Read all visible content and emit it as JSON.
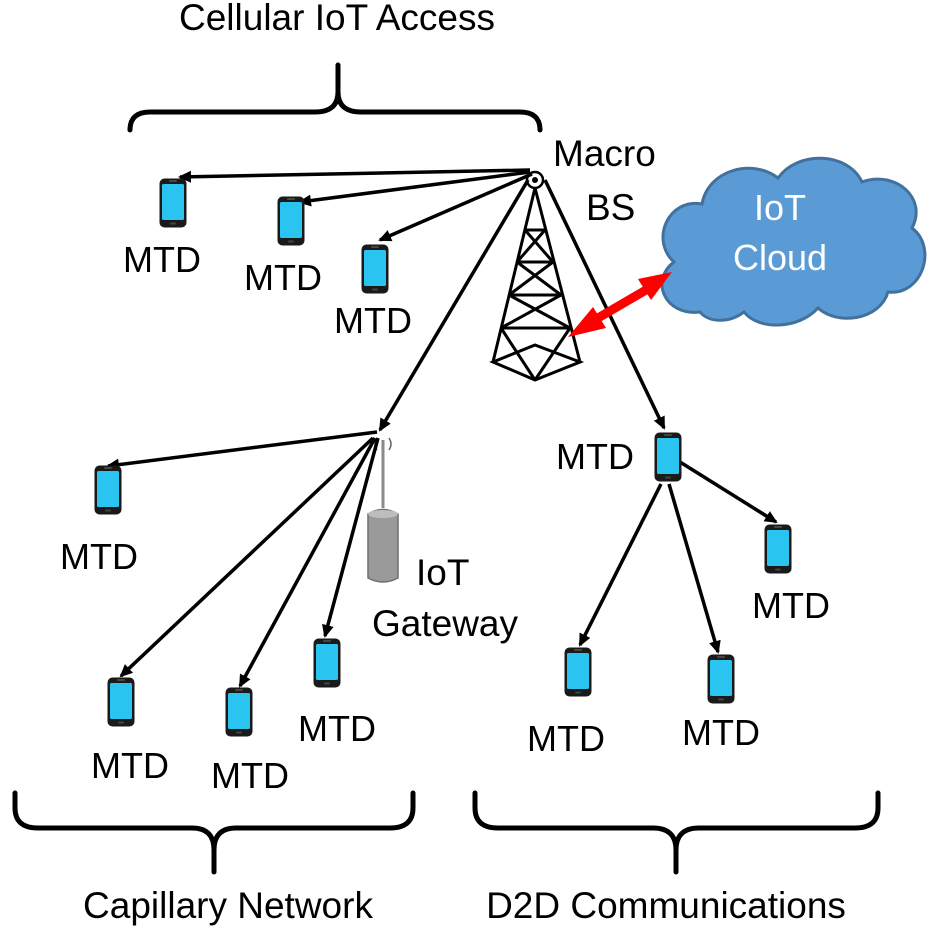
{
  "labels": {
    "cellular": "Cellular IoT Access",
    "capillary": "Capillary Network",
    "d2d": "D2D Communications",
    "bs_line1": "Macro",
    "bs_line2": "BS",
    "gw_line1": "IoT",
    "gw_line2": "Gateway",
    "cloud_line1": "IoT",
    "cloud_line2": "Cloud",
    "mtd": "MTD"
  },
  "colors": {
    "phone_screen": "#29c4f0",
    "phone_body": "#1a1a1a",
    "cloud_fill": "#5b9bd5",
    "cloud_stroke": "#41719c",
    "backhaul_arrow": "#ff0000",
    "gateway_body": "#9a9a9a"
  },
  "icons": {
    "device": "smartphone-icon",
    "base_station": "cell-tower-icon",
    "gateway": "gateway-antenna-icon",
    "cloud": "cloud-icon"
  }
}
